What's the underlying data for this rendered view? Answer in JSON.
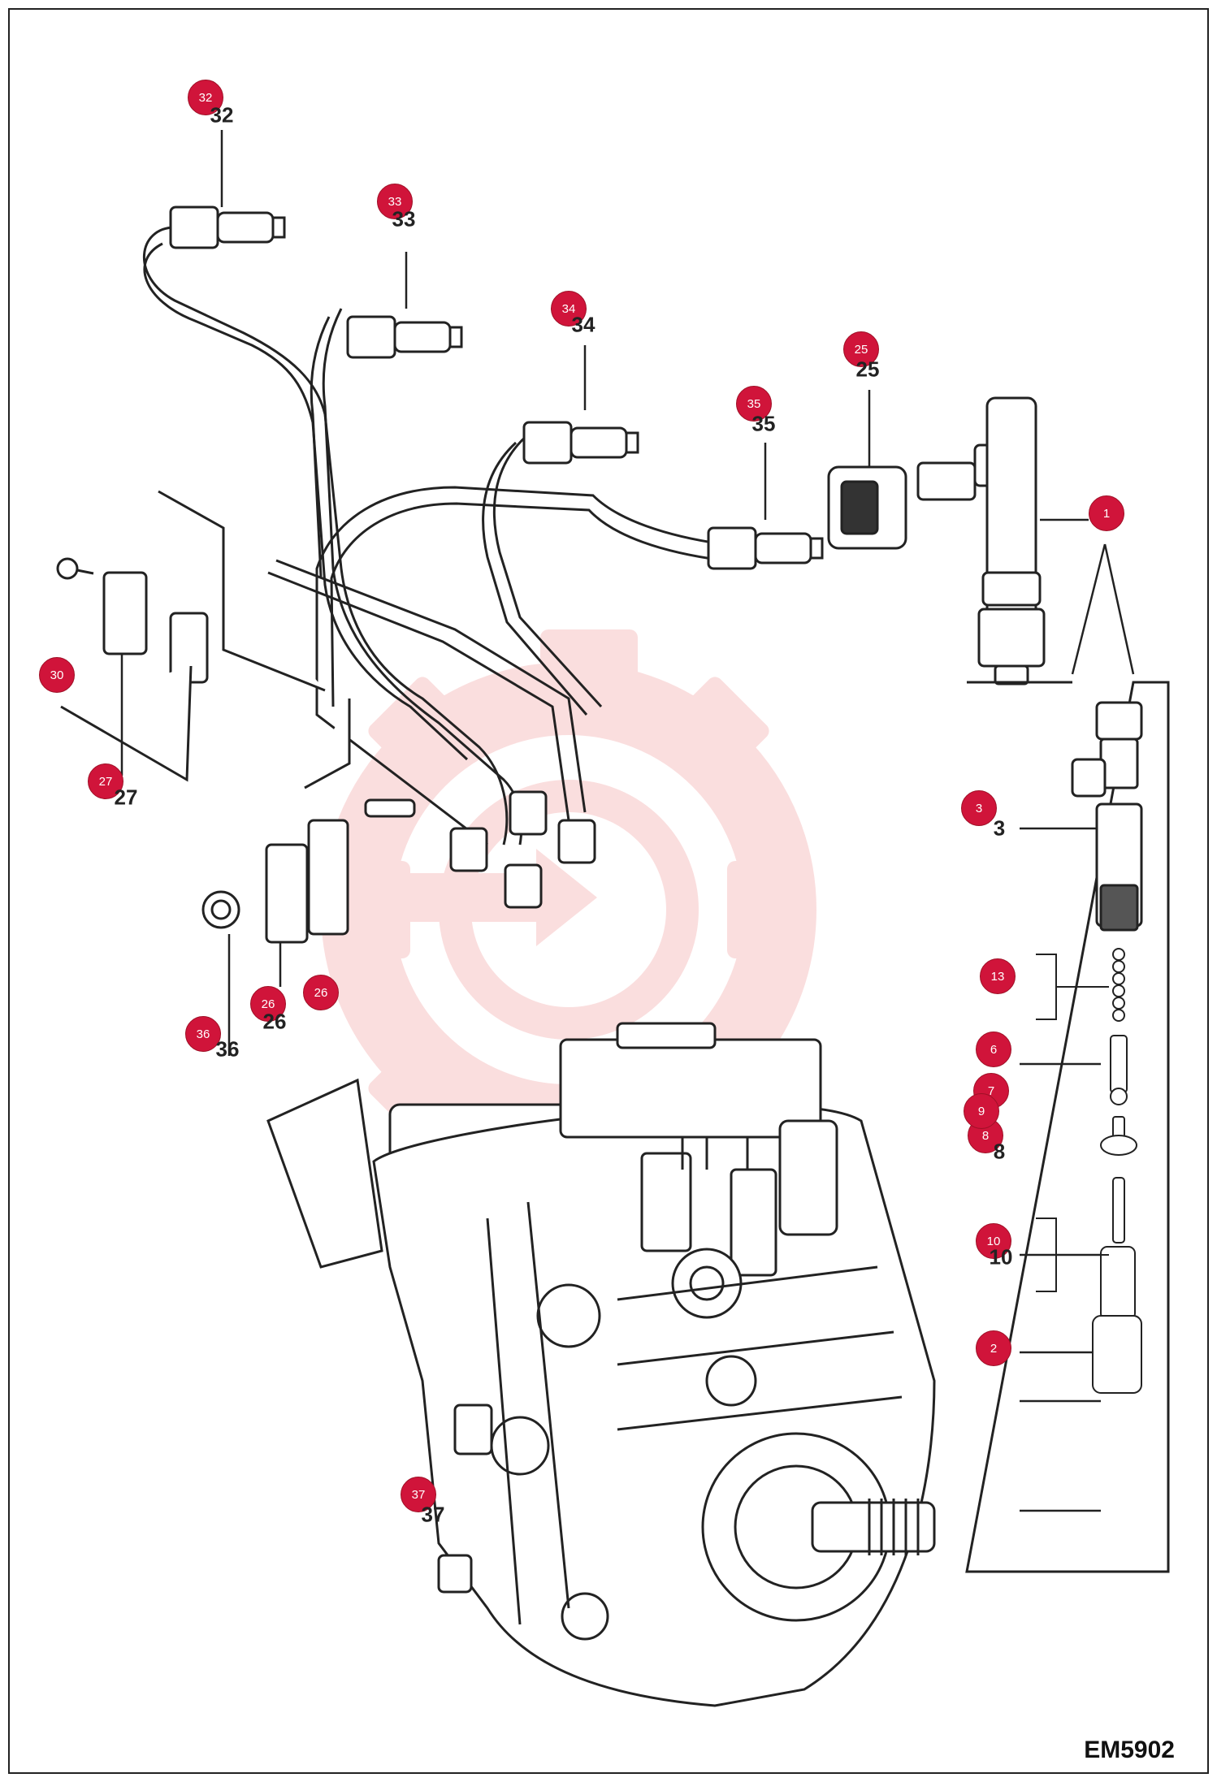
{
  "drawing_code": "EM5902",
  "colors": {
    "badge_fill": "#d0143a",
    "badge_text": "#ffffff",
    "line": "#222222",
    "watermark": "#f6b7b7"
  },
  "watermark_icon": "gear-wrench-logo-icon",
  "callouts": [
    {
      "id": "1",
      "label": ""
    },
    {
      "id": "2",
      "label": ""
    },
    {
      "id": "3",
      "label": "3"
    },
    {
      "id": "6",
      "label": ""
    },
    {
      "id": "7",
      "label": ""
    },
    {
      "id": "8",
      "label": "8"
    },
    {
      "id": "9",
      "label": ""
    },
    {
      "id": "10",
      "label": "10"
    },
    {
      "id": "13",
      "label": ""
    },
    {
      "id": "25",
      "label": "25"
    },
    {
      "id": "26",
      "label": ""
    },
    {
      "id": "26",
      "label": "26"
    },
    {
      "id": "27",
      "label": "27"
    },
    {
      "id": "30",
      "label": ""
    },
    {
      "id": "32",
      "label": "32"
    },
    {
      "id": "33",
      "label": "33"
    },
    {
      "id": "34",
      "label": "34"
    },
    {
      "id": "35",
      "label": "35"
    },
    {
      "id": "36",
      "label": "36"
    },
    {
      "id": "37",
      "label": "37"
    }
  ]
}
